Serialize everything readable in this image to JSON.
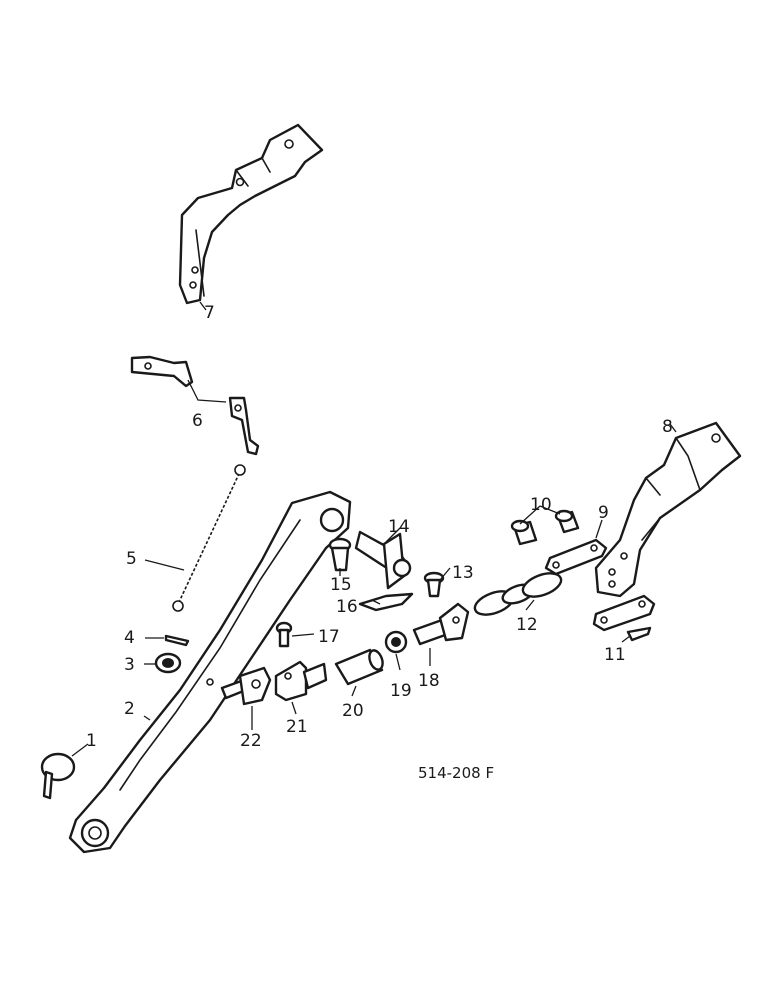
{
  "figure_ref": "514-208 F",
  "callouts": [
    "1",
    "2",
    "3",
    "4",
    "5",
    "6",
    "7",
    "8",
    "9",
    "10",
    "11",
    "12",
    "13",
    "14",
    "15",
    "16",
    "17",
    "18",
    "19",
    "20",
    "21",
    "22"
  ]
}
